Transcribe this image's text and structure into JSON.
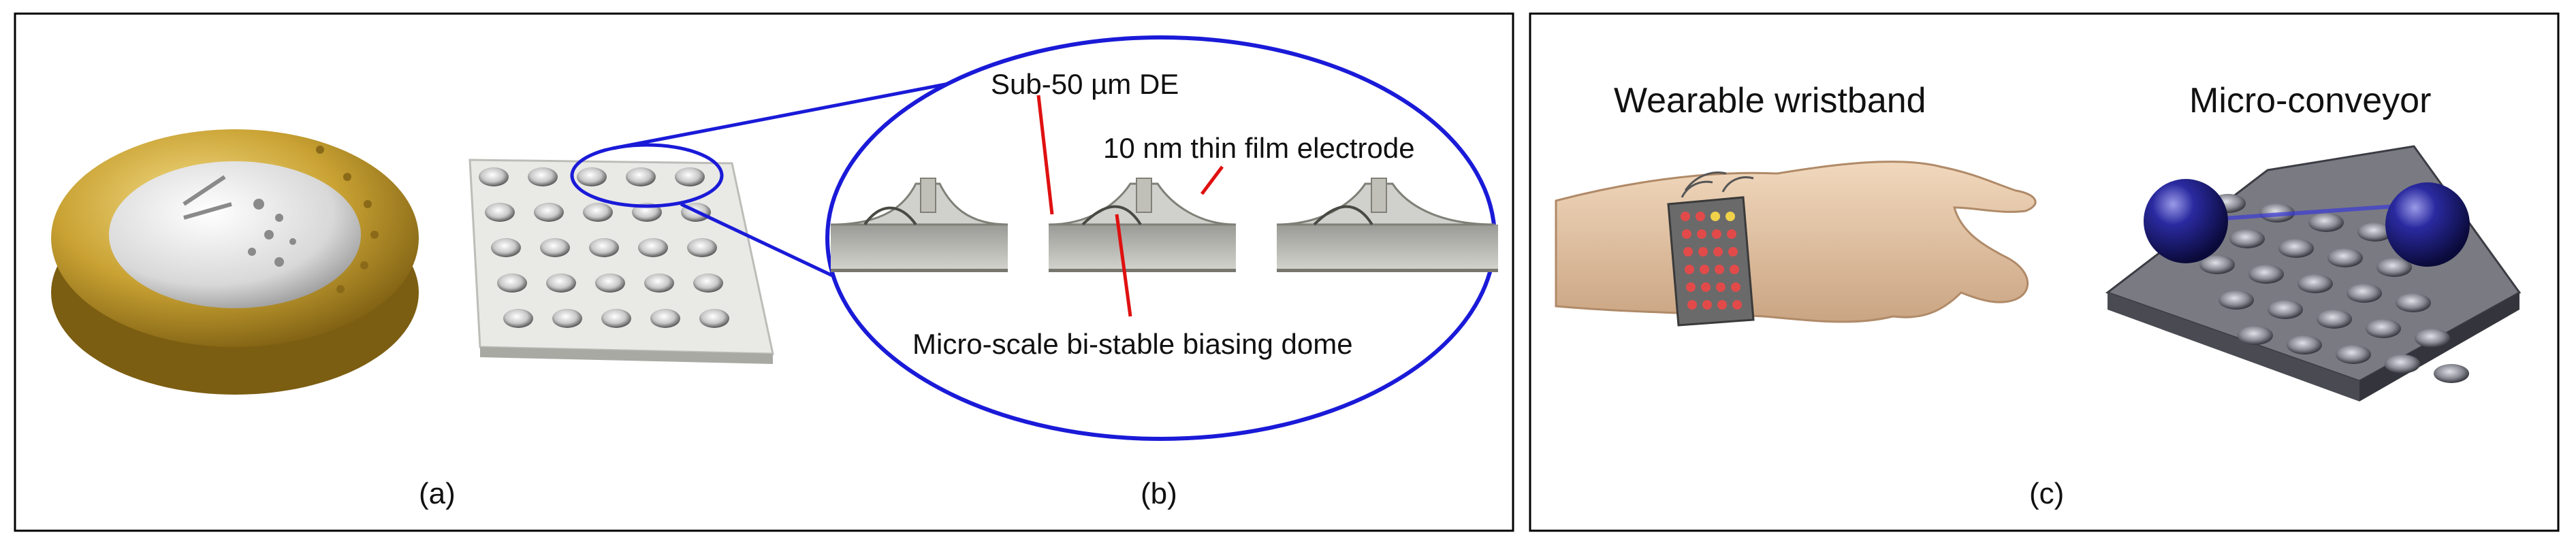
{
  "panels": {
    "left": {
      "caption_a": "(a)",
      "caption_b": "(b)",
      "zoom_labels": {
        "de": "Sub-50 µm DE",
        "electrode": "10 nm thin film electrode",
        "dome": "Micro-scale bi-stable biasing dome"
      }
    },
    "right": {
      "caption_c": "(c)",
      "wristband_title": "Wearable wristband",
      "conveyor_title": "Micro-conveyor"
    }
  },
  "colors": {
    "frame": "#000000",
    "zoom_ellipse": "#1a1ad8",
    "pointer": "#e01010",
    "coin_gold": "#c9a233",
    "coin_silver": "#d8d8d8",
    "sphere": "#1a1a6e",
    "led_red": "#e24a4a",
    "led_yellow": "#f0d24a",
    "skin": "#e8c8a8"
  }
}
